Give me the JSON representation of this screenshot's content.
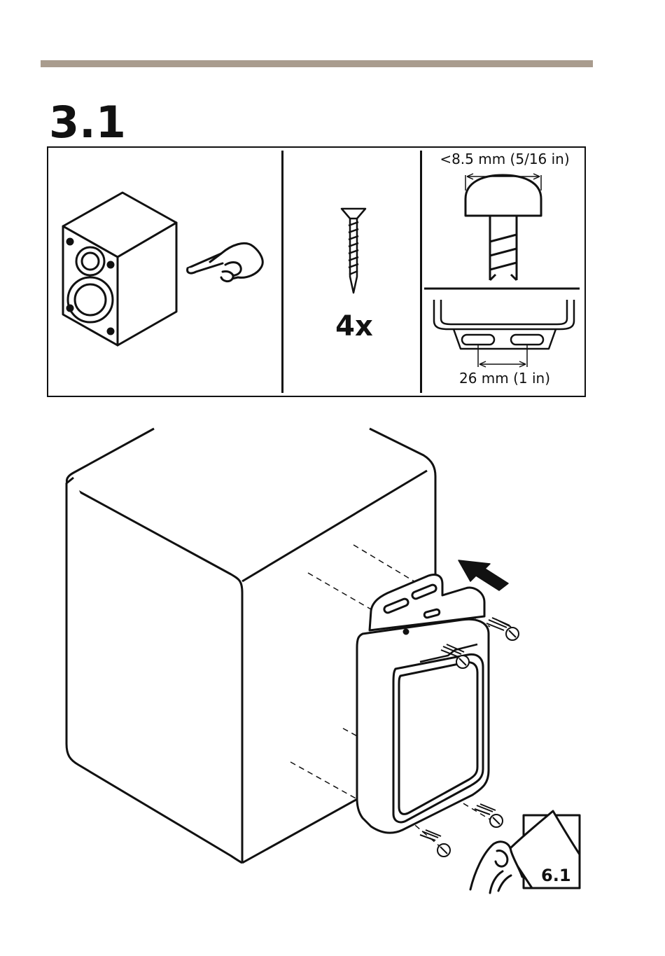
{
  "step": {
    "number": "3.1"
  },
  "panels": {
    "screw_quantity": "4x",
    "screw_head_max": "<8.5 mm (5/16 in)",
    "slot_spacing": "26 mm (1 in)"
  },
  "reference": {
    "step": "6.1"
  },
  "colors": {
    "rule": "#a99c8e",
    "ink": "#111111"
  }
}
